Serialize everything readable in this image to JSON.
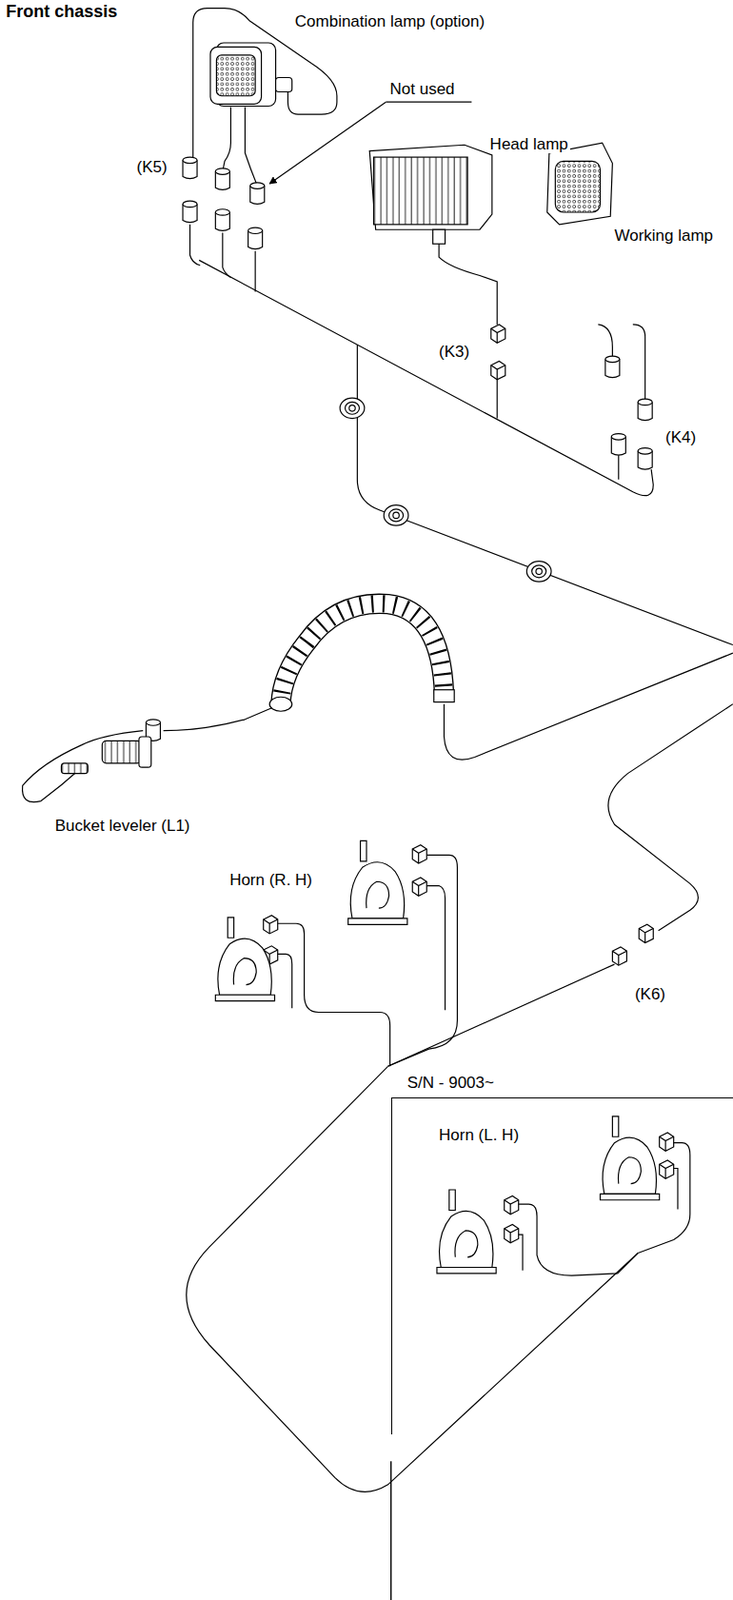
{
  "diagram": {
    "title": "Front chassis",
    "nodes": [
      {
        "text": [
          "S/N - 9003~"
        ]
      }
    ],
    "labels": [
      "Combination lamp (option)",
      "Not used",
      "Head lamp",
      "Working lamp",
      "(K5)",
      "(K3)",
      "(K4)",
      "Bucket leveler (L1)",
      "Horn (R. H)",
      "(K6)",
      "Horn (L. H)"
    ]
  }
}
